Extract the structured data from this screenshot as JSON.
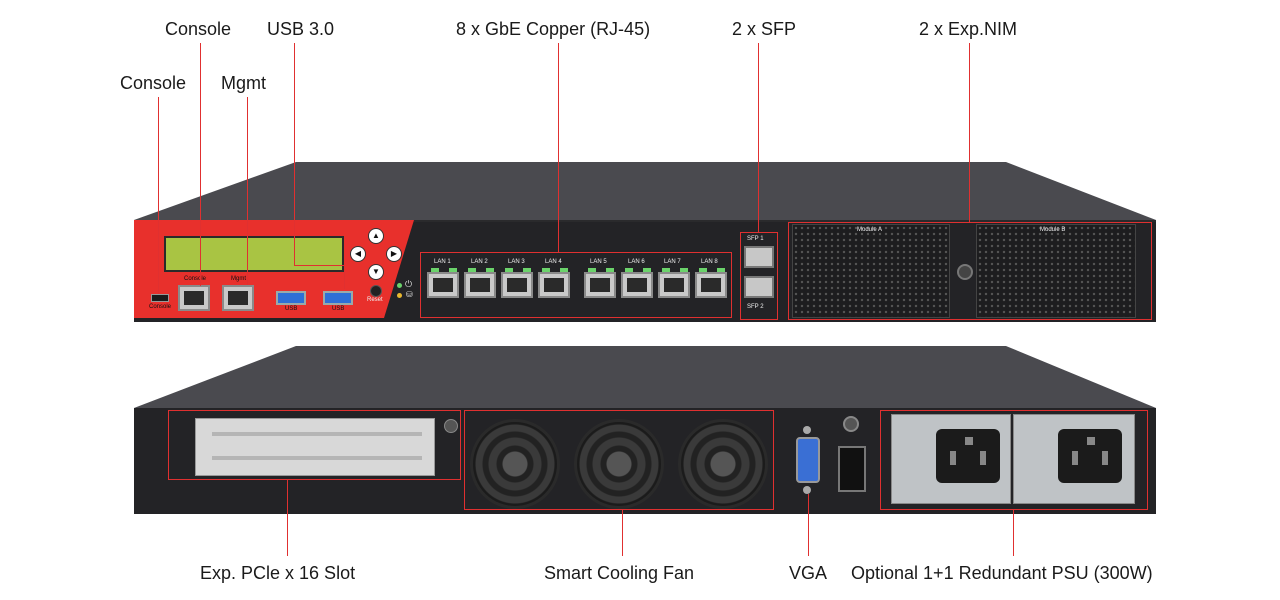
{
  "labels": {
    "console_top": "Console",
    "usb": "USB 3.0",
    "gbe": "8 x GbE Copper (RJ-45)",
    "sfp": "2 x SFP",
    "nim": "2 x Exp.NIM",
    "console": "Console",
    "mgmt": "Mgmt",
    "pcie": "Exp. PCle x 16 Slot",
    "fan": "Smart Cooling Fan",
    "vga": "VGA",
    "psu": "Optional 1+1 Redundant PSU (300W)"
  },
  "front_panel": {
    "port_labels": [
      "LAN 1",
      "LAN 2",
      "LAN 3",
      "LAN 4",
      "LAN 5",
      "LAN 6",
      "LAN 7",
      "LAN 8"
    ],
    "console_port": "Console",
    "mgmt_port": "Mgmt",
    "usb_port": "USB",
    "micro_console": "Console",
    "reset": "Reset",
    "sfp1": "SFP 1",
    "sfp2": "SFP 2",
    "module_a": "Module A",
    "module_b": "Module B"
  },
  "colors": {
    "accent_red": "#e03030",
    "chassis_dark": "#2b2b2e",
    "bezel_red": "#e8302c",
    "lcd_green": "#a9c443"
  }
}
